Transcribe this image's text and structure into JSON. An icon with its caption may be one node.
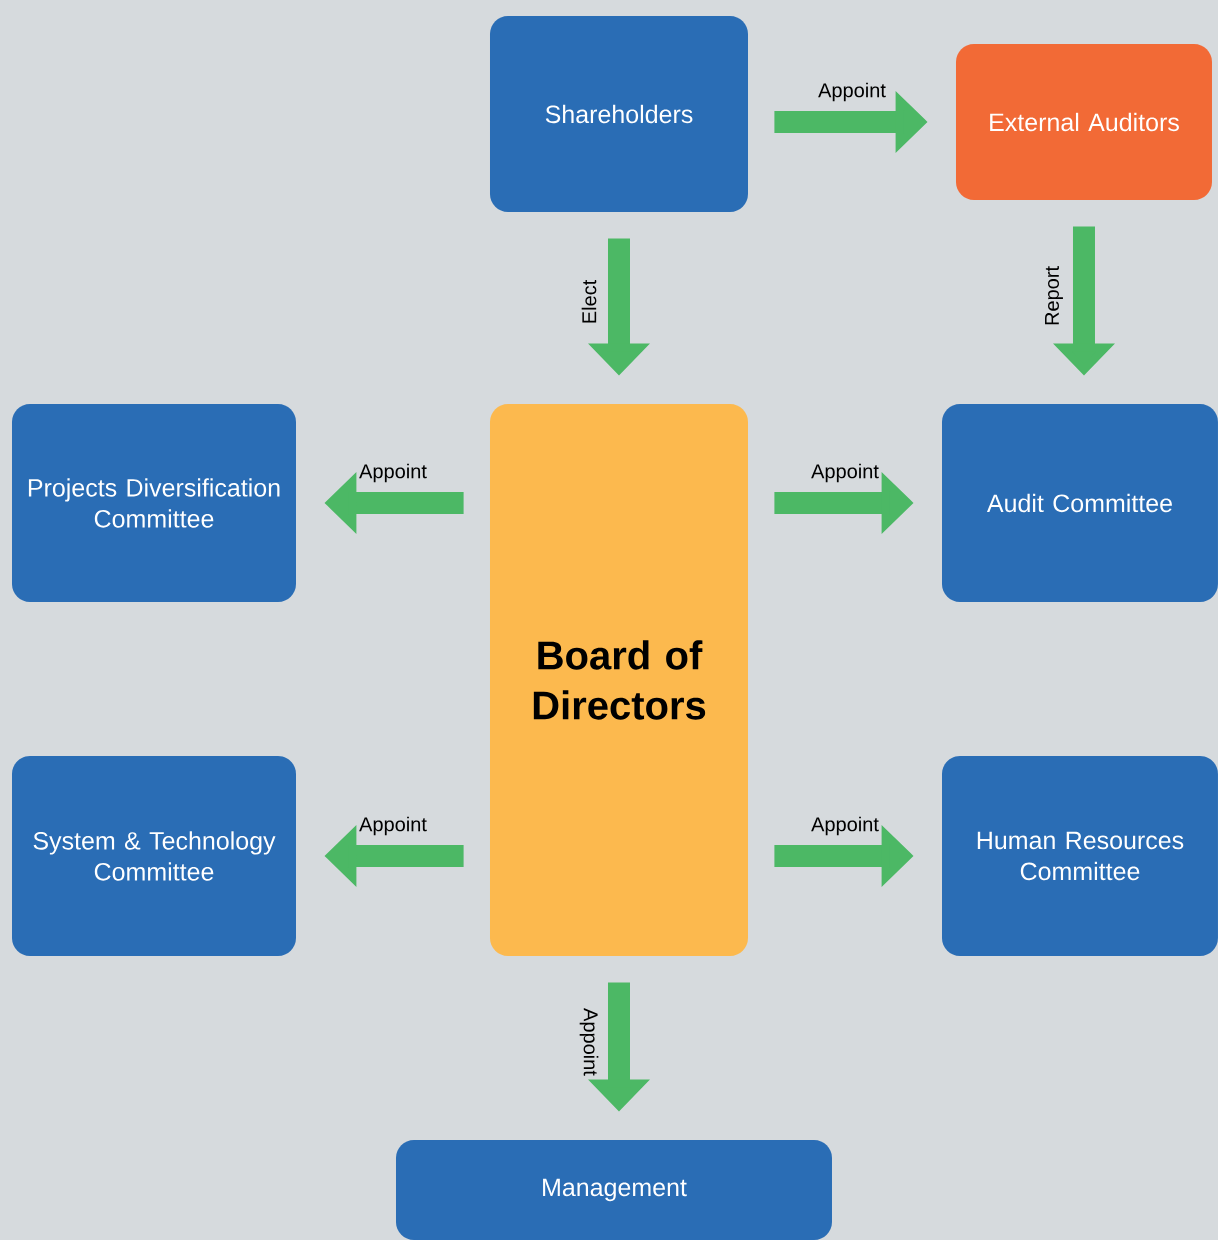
{
  "diagram": {
    "nodes": [
      {
        "text": [
          "Shareholders"
        ]
      },
      {
        "text": [
          "External Auditors"
        ]
      },
      {
        "text": [
          "Projects Diversification Committee"
        ]
      },
      {
        "text": [
          "Board of Directors"
        ]
      },
      {
        "text": [
          "Audit Committee"
        ]
      },
      {
        "text": [
          "System & Technology Committee"
        ]
      },
      {
        "text": [
          "Human Resources Committee"
        ]
      },
      {
        "text": [
          "Management"
        ]
      }
    ],
    "edges": [
      {
        "from": 0,
        "to": 1,
        "arrow": "to",
        "label": "Appoint"
      },
      {
        "from": 0,
        "to": 3,
        "arrow": "to",
        "label": "Elect"
      },
      {
        "from": 1,
        "to": 4,
        "arrow": "to",
        "label": "Report"
      },
      {
        "from": 3,
        "to": 2,
        "arrow": "to",
        "label": "Appoint"
      },
      {
        "from": 3,
        "to": 4,
        "arrow": "to",
        "label": "Appoint"
      },
      {
        "from": 3,
        "to": 5,
        "arrow": "to",
        "label": "Appoint"
      },
      {
        "from": 3,
        "to": 6,
        "arrow": "to",
        "label": "Appoint"
      },
      {
        "from": 3,
        "to": 7,
        "arrow": "to",
        "label": "Appoint"
      }
    ]
  }
}
